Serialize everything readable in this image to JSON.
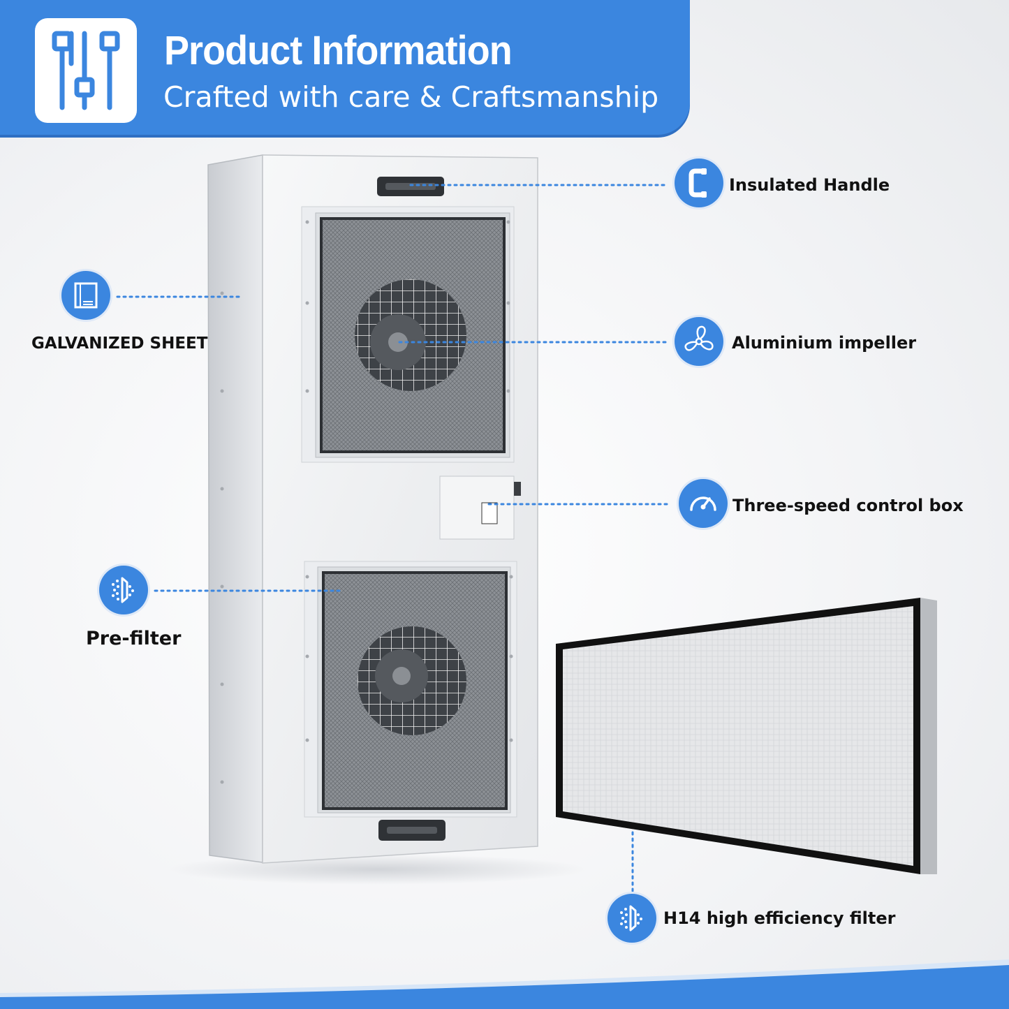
{
  "header": {
    "title": "Product Information",
    "subtitle": "Crafted with care & Craftsmanship",
    "icon": "tools-icon"
  },
  "colors": {
    "accent": "#3b86df",
    "text": "#111111",
    "background": "#f2f3f5"
  },
  "callouts": [
    {
      "id": "insulated-handle",
      "label": "Insulated Handle",
      "icon": "handle-icon"
    },
    {
      "id": "galvanized-sheet",
      "label": "GALVANIZED SHEET",
      "icon": "sheet-icon"
    },
    {
      "id": "aluminium-impeller",
      "label": "Aluminium impeller",
      "icon": "fan-icon"
    },
    {
      "id": "control-box",
      "label": "Three-speed control box",
      "icon": "speedometer-icon"
    },
    {
      "id": "pre-filter",
      "label": "Pre-filter",
      "icon": "filter-icon"
    },
    {
      "id": "hepa-filter",
      "label": "H14 high efficiency filter",
      "icon": "filter-icon"
    }
  ]
}
